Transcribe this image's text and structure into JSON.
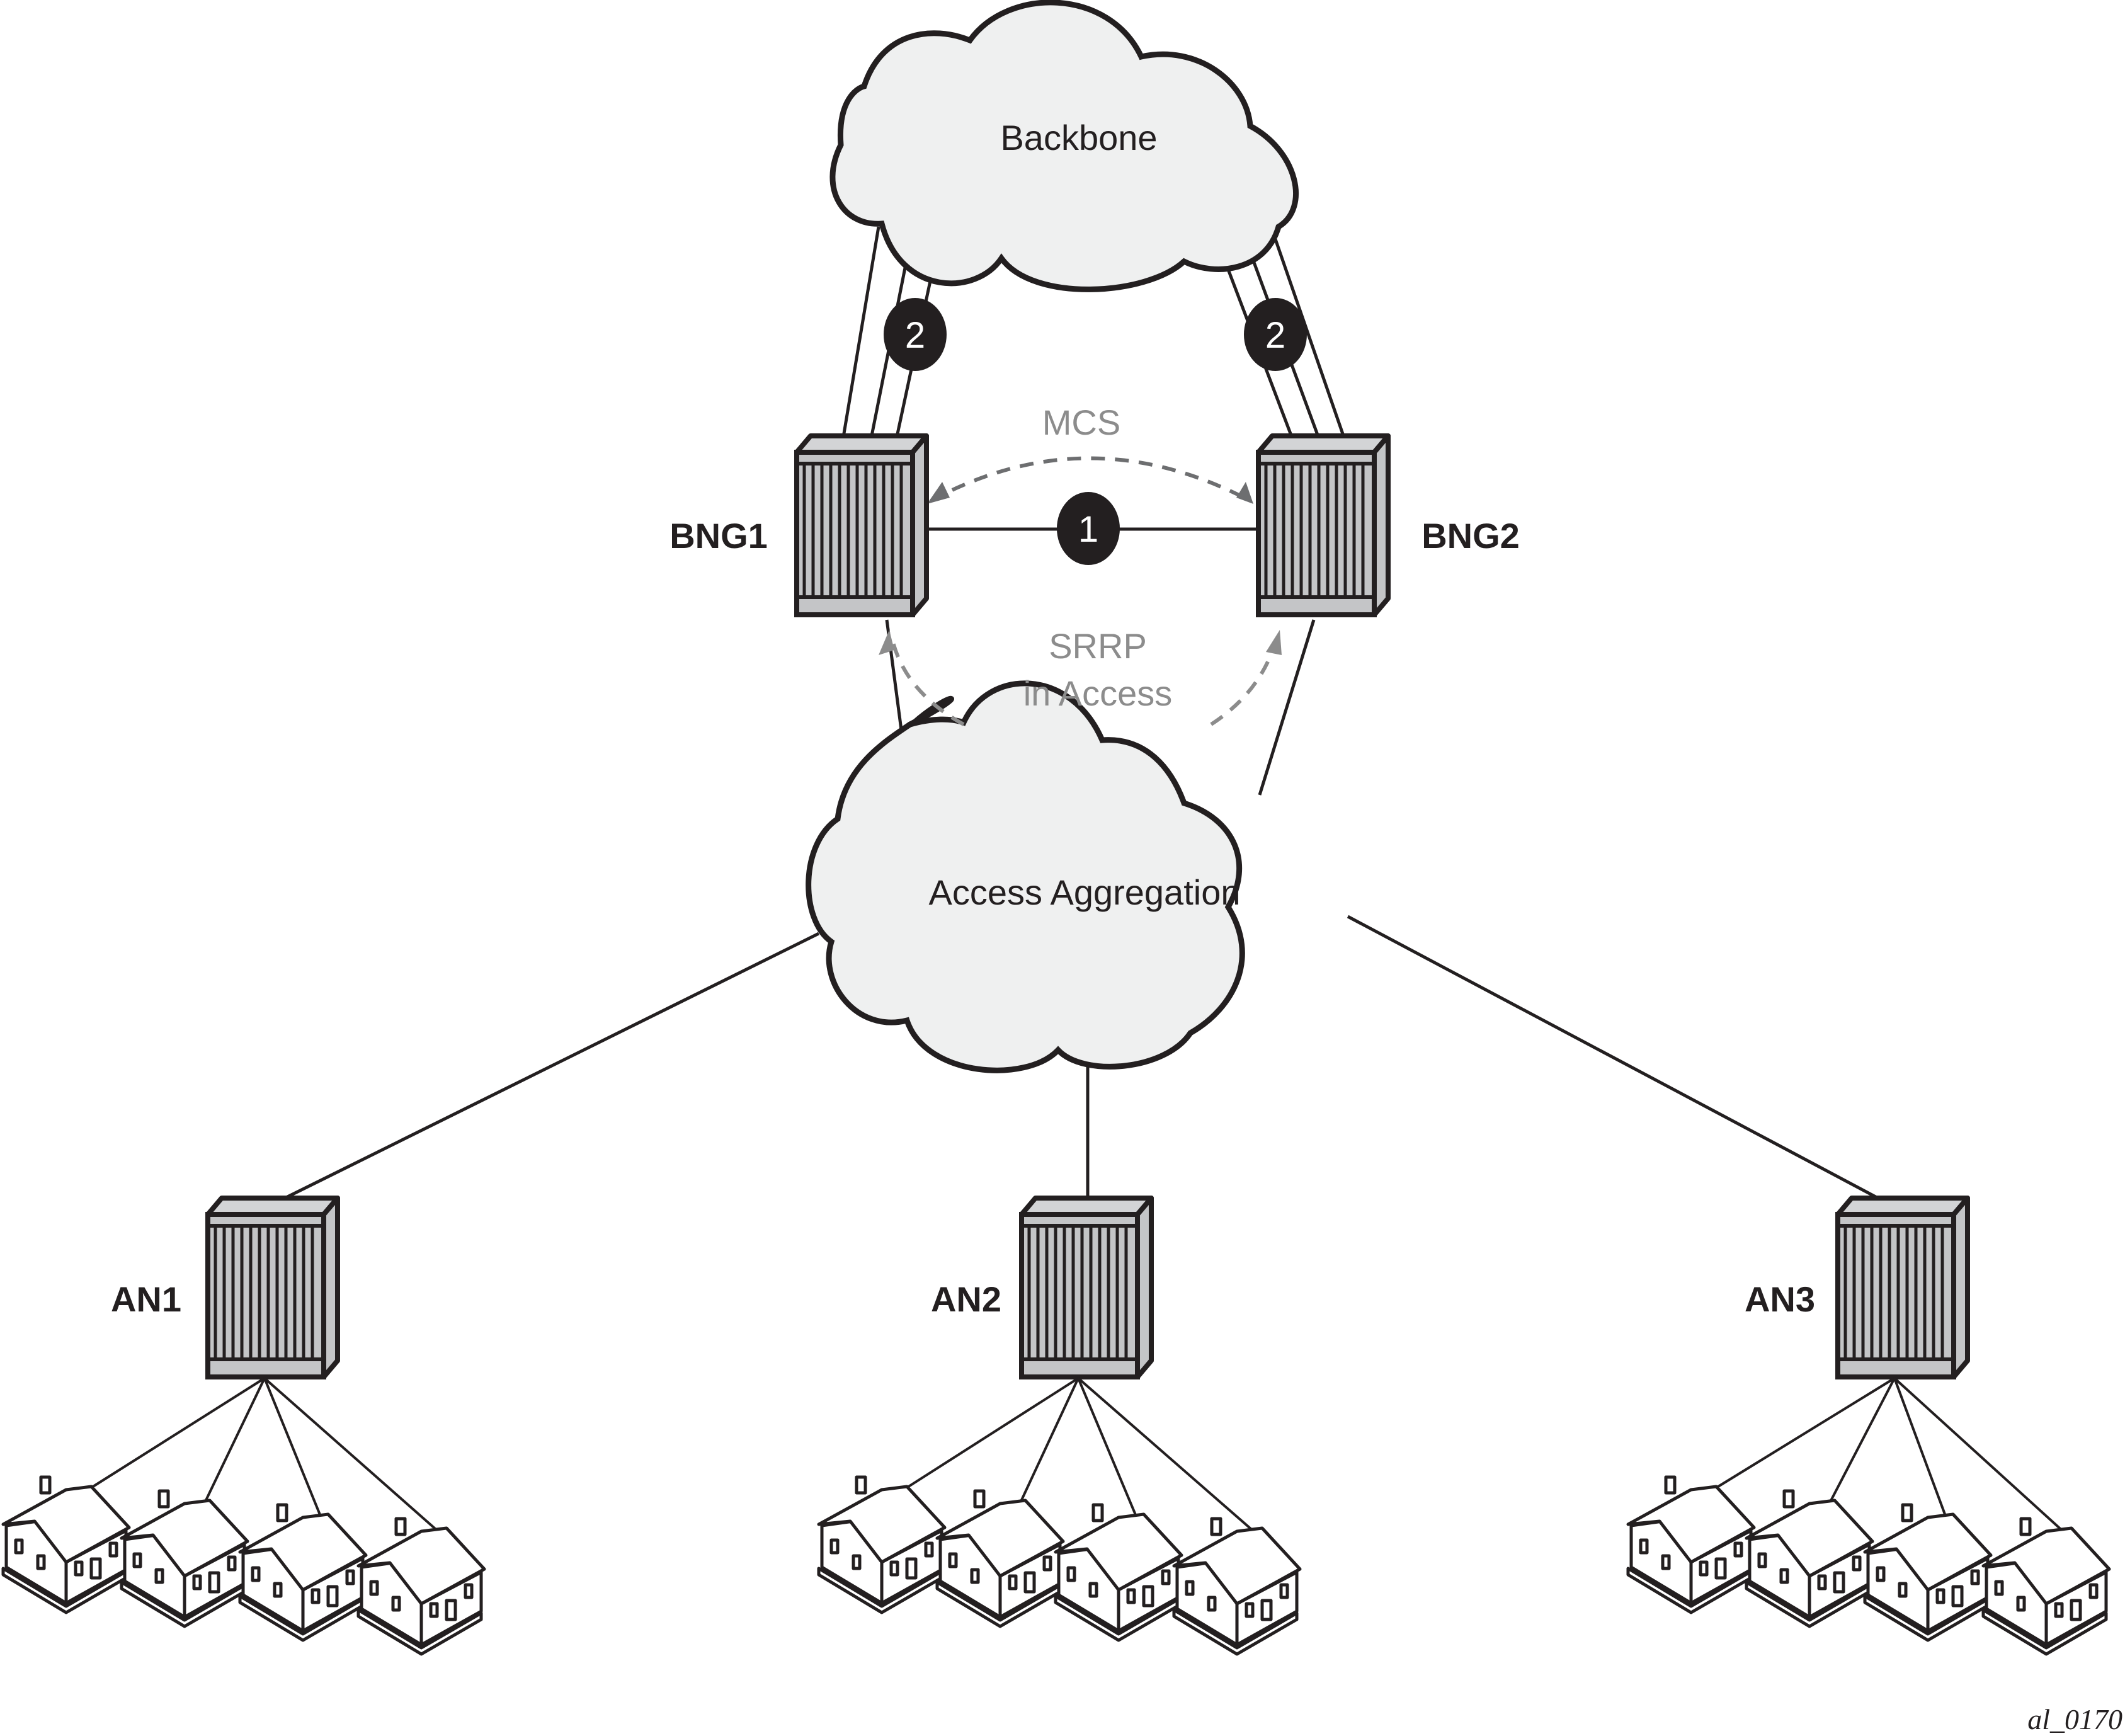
{
  "figure_id": "al_0170",
  "clouds": {
    "backbone": "Backbone",
    "access_aggregation": "Access Aggregation"
  },
  "nodes": {
    "bng1": "BNG1",
    "bng2": "BNG2",
    "an1": "AN1",
    "an2": "AN2",
    "an3": "AN3"
  },
  "protocols": {
    "mcs": "MCS",
    "srrp_line1": "SRRP",
    "srrp_line2": "in Access"
  },
  "badges": {
    "inter_bng_link": "1",
    "backbone_uplink_left": "2",
    "backbone_uplink_right": "2"
  },
  "houses_per_access_node": 4,
  "colors": {
    "outline": "#231f20",
    "cloud_fill": "#eff0f0",
    "device_fill": "#c4c5c7",
    "device_top": "#d3d4d6",
    "protocol_arrow": "#8c8c8c",
    "mcs_arrow": "#6d6e70",
    "badge_fill": "#231f20"
  }
}
